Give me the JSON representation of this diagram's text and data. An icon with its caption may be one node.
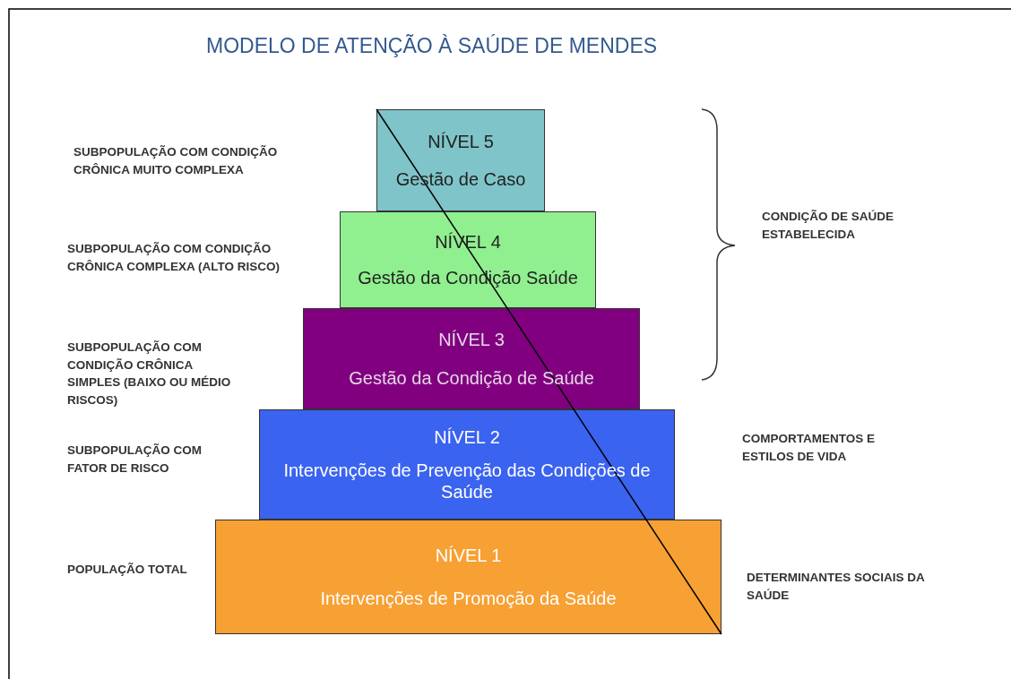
{
  "diagram": {
    "title": "MODELO DE ATENÇÃO À SAÚDE DE MENDES",
    "nodes": [
      {
        "text": [
          "NÍVEL 5",
          "Gestão de Caso"
        ]
      },
      {
        "text": [
          "NÍVEL 4",
          "Gestão da Condição Saúde"
        ]
      },
      {
        "text": [
          "NÍVEL 3",
          "Gestão da Condição de Saúde"
        ]
      },
      {
        "text": [
          "NÍVEL 2",
          "Intervenções de Prevenção das Condições de Saúde"
        ]
      },
      {
        "text": [
          "NÍVEL 1",
          "Intervenções de Promoção da Saúde"
        ]
      }
    ],
    "labels": [
      "SUBPOPULAÇÃO COM CONDIÇÃO CRÔNICA MUITO COMPLEXA",
      "CONDIÇÃO DE SAÚDE ESTABELECIDA",
      "SUBPOPULAÇÃO COM CONDIÇÃO CRÔNICA COMPLEXA (ALTO RISCO)",
      "SUBPOPULAÇÃO COM CONDIÇÃO CRÔNICA SIMPLES (BAIXO OU MÉDIO RISCOS)",
      "COMPORTAMENTOS E ESTILOS DE VIDA",
      "SUBPOPULAÇÃO COM FATOR DE RISCO",
      "POPULAÇÃO TOTAL",
      "DETERMINANTES SOCIAIS DA SAÚDE"
    ]
  }
}
